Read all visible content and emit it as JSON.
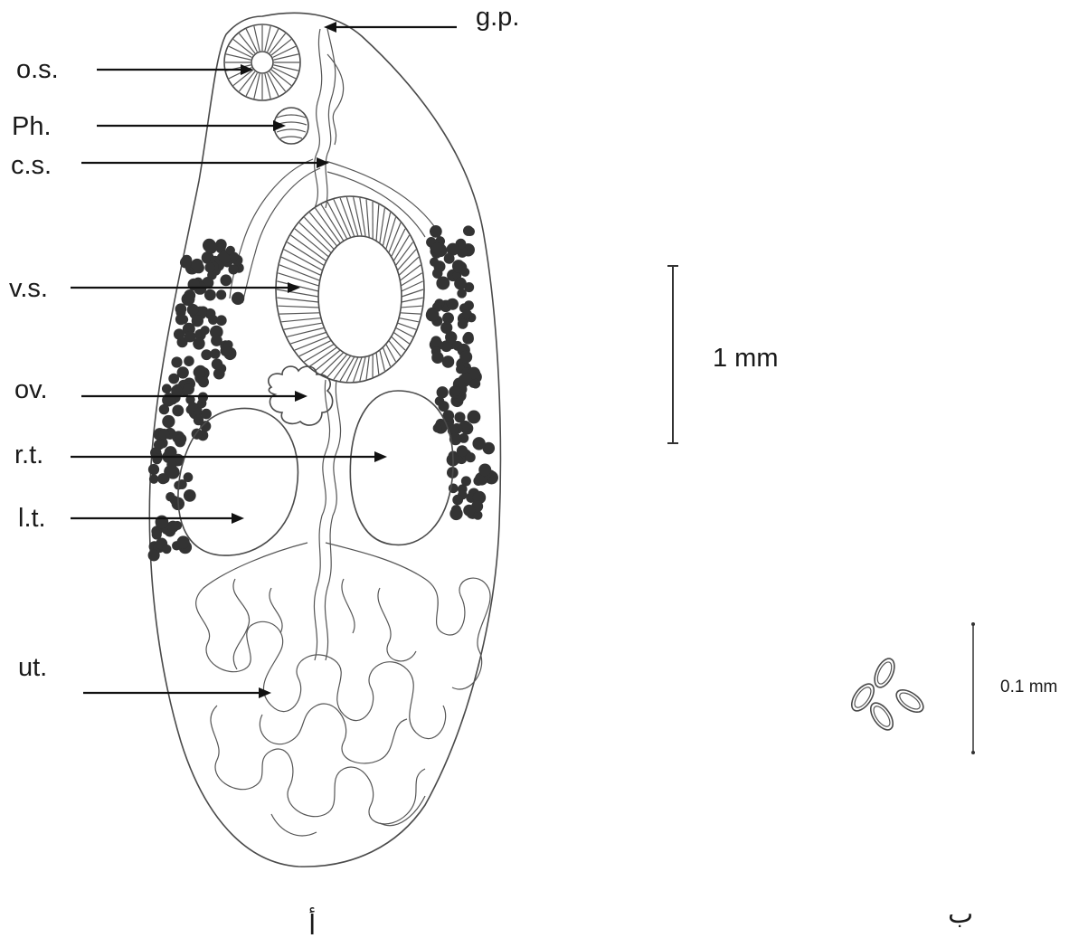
{
  "figure": {
    "labels": {
      "gp": "g.p.",
      "os": "o.s.",
      "ph": "Ph.",
      "cs": "c.s.",
      "vs": "v.s.",
      "ov": "ov.",
      "rt": "r.t.",
      "lt": "l.t.",
      "ut": "ut."
    },
    "scale_bars": {
      "large": "1 mm",
      "small": "0.1 mm"
    },
    "panel_labels": {
      "a": "أ",
      "b": "ب"
    }
  }
}
